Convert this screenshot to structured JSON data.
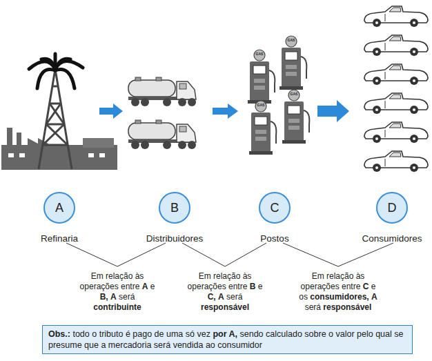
{
  "diagram": {
    "nodes": [
      {
        "text": [
          "A",
          "Refinaria"
        ]
      },
      {
        "text": [
          "B",
          "Distribuidores"
        ]
      },
      {
        "text": [
          "C",
          "Postos"
        ]
      },
      {
        "text": [
          "D",
          "Consumidores"
        ]
      },
      {
        "text": [
          "Obs.:",
          "todo o tributo é pago de uma só vez",
          "por A,",
          "sendo calculado sobre o valor pelo qual se presume que a mercadoria será vendida ao consumidor"
        ]
      }
    ],
    "labels": [
      "Em relação às operações entre",
      "A",
      "e",
      "B,",
      "A",
      "será",
      "contribuinte",
      "Em relação às operações entre",
      "B",
      "e",
      "C,",
      "A",
      "será",
      "responsável",
      "Em relação às operações entre",
      "C",
      "e os",
      "consumidores,",
      "A",
      "será",
      "responsável",
      "GAS",
      "GAS",
      "GAS",
      "GAS"
    ]
  }
}
